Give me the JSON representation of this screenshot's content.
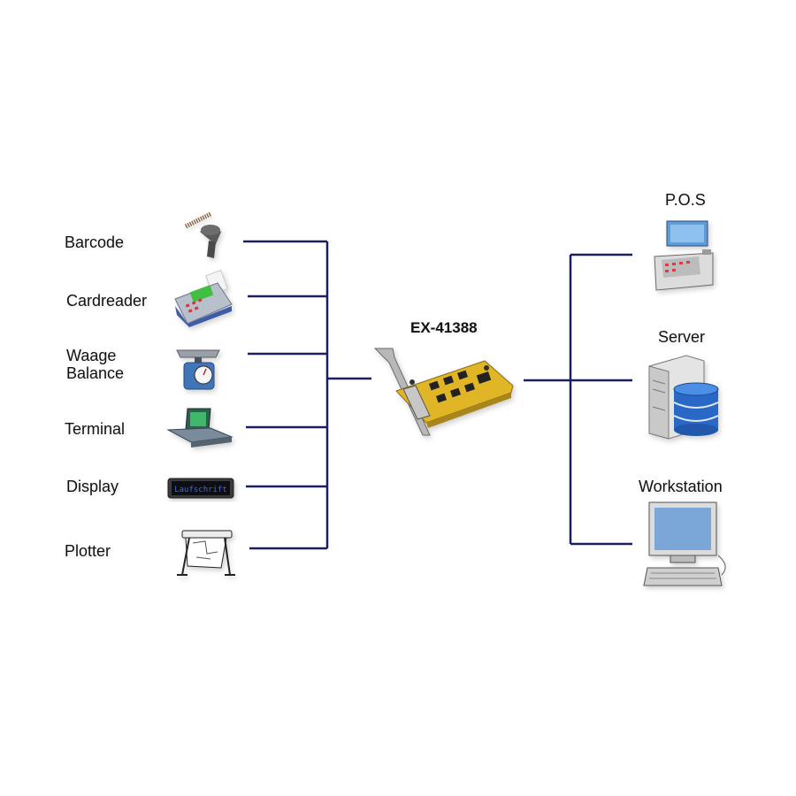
{
  "card": {
    "model": "EX-41388"
  },
  "peripherals": [
    {
      "label": "Barcode",
      "icon": "barcode-scanner-icon"
    },
    {
      "label": "Cardreader",
      "icon": "card-reader-icon"
    },
    {
      "label_line1": "Waage",
      "label_line2": "Balance",
      "icon": "scale-icon"
    },
    {
      "label": "Terminal",
      "icon": "terminal-icon"
    },
    {
      "label": "Display",
      "icon": "led-display-icon",
      "display_text": "Laufschrift"
    },
    {
      "label": "Plotter",
      "icon": "plotter-icon"
    }
  ],
  "hosts": [
    {
      "label": "P.O.S",
      "icon": "pos-terminal-icon"
    },
    {
      "label": "Server",
      "icon": "server-database-icon"
    },
    {
      "label": "Workstation",
      "icon": "workstation-icon"
    }
  ],
  "colors": {
    "connector": "#1c1f5e",
    "board": "#e0b526",
    "screen": "#7aa7d8"
  }
}
